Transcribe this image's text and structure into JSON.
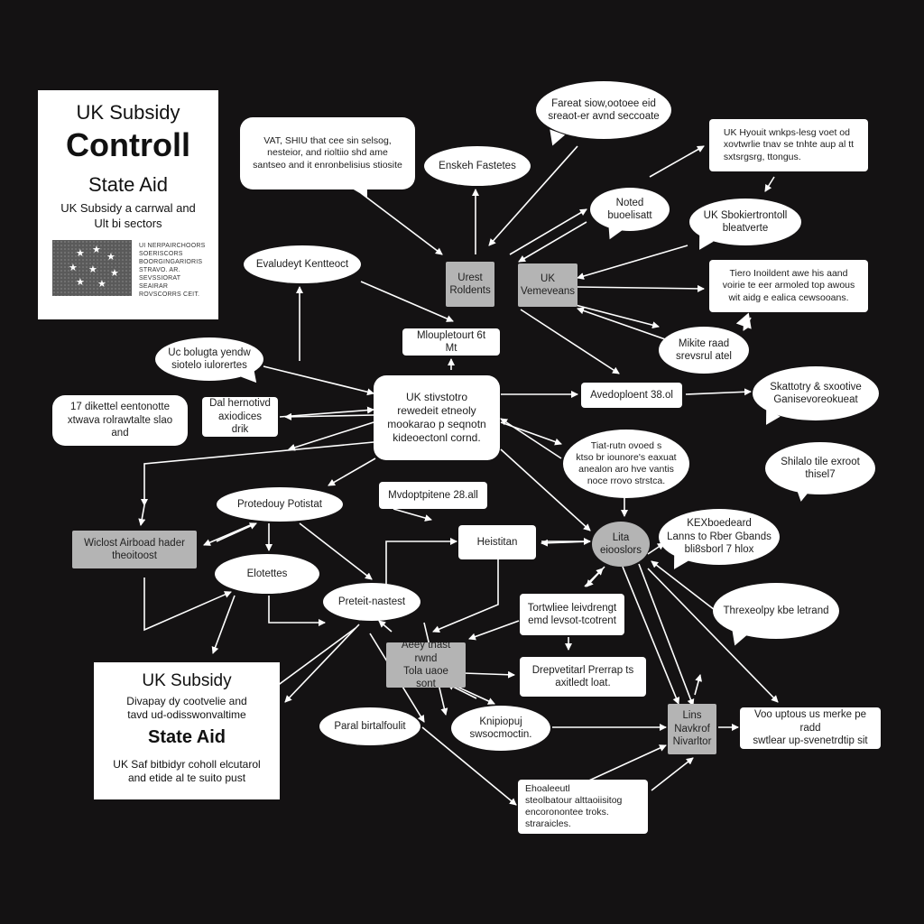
{
  "card_top": {
    "line1": "UK Subsidy",
    "line2": "Controll",
    "line3": "State Aid",
    "line4": "UK Subsidy a carrwal and\nUlt bi sectors",
    "fine_print": "UI NERPAIRCHOORS\nSOERISCORS\nBOORGINGARIORIS\nSTRAVO. AR.\nSEVSSIORAT\nSEAIRAR\nROVSCORRS CEIT."
  },
  "card_bottom": {
    "line1": "UK Subsidy",
    "line2": "Divapay dy cootvelie and\ntavd ud-odisswonvaltime",
    "line3": "State Aid",
    "line4": "UK Saf bitbidyr coholl elcutarol\nand etide al te suito pust"
  },
  "nodes": {
    "n_tl_text": "VAT, SHIU that cee sin selsog,\nnesteior, and rioltiio shd ame\nsantseo and it enronbelisius stiosite",
    "n_tc_bubble": "Fareat siow,ootoee eid\nsreaot-er avnd seccoate",
    "n_tr_box": "UK Hyouit wnkps-lesg voet od\nxovtwrlie tnav se tnhte aup al tt\nsxtsrgsrg, ttongus.",
    "n_enskeh": "Enskeh Fastetes",
    "n_noted": "Noted\nbuoelisatt",
    "n_uk_sbok": "UK Sbokiertrontoll\nbleatverte",
    "n_evaluated": "Evaludeyt Kentteoct",
    "n_urest": "Urest\nRoldents",
    "n_uk_v": "UK\nVemeveans",
    "n_tiero": "Tiero Inoildent awe his aand\nvoirie te eer armoled top awous\nwit aidg e ealica cewsooans.",
    "n_mloup": "Mloupletourt 6t Mt",
    "n_mikite": "Mikite raad\nsrevsrul atel",
    "n_uc_bubble": "Uc bolugta yendw\nsiotelo iulorertes",
    "n_17": "17 dikettel eentonotte\nxtwava rolrawtalte slao and",
    "n_dal": "Dal hernotivd\naxiodices drik",
    "n_center": "UK stivstotro\nrewedeit etneoly\nmookarao p seqnotn\nkideoectonl cornd.",
    "n_aved": "Avedoploent 38.ol",
    "n_skattotry": "Skattotry & sxootive\nGanisevoreokueat",
    "n_tiat": "Tiat-rutn ovoed s\nktso br iounore's eaxuat\nanealon aro hve vantis\nnoce rrovo strstca.",
    "n_shilalo": "Shilalo tile exroot\nthisel7",
    "n_protedou": "Protedouy Potistat",
    "n_mvdopt": "Mvdoptpitene 28.all",
    "n_wiclost": "Wiclost Airboad hader\ntheoitoost",
    "n_heistitan": "Heistitan",
    "n_lita": "Lita\neiooslors",
    "n_kex": "KEXboedeard\nLanns to Rber Gbands\nbli8sborl 7 hlox",
    "n_elotettes": "Elotettes",
    "n_preteit": "Preteit-nastest",
    "n_tortvilee": "Tortwliee leivdrengt\nemd levsot-tcotrent",
    "n_threxeolpy": "Threxeolpy kbe letrand",
    "n_aeey": "Aeey thast rwnd\nTola uaoe sont",
    "n_drep": "Drepvetitarl Prerrap ts\naxitledt loat.",
    "n_paral": "Paral birtalfoulit",
    "n_knipiop": "Knipiopuj\nswsocmoctin.",
    "n_lins": "Lins\nNavkrof\nNivarltor",
    "n_voo": "Voo uptous us merke pe radd\nswtlear up-svenetrdtip sit",
    "n_ehoal": "Ehoaleeutl\nsteolbatour alttaoiisitog\nencoronontee troks.\nstraraicles."
  }
}
